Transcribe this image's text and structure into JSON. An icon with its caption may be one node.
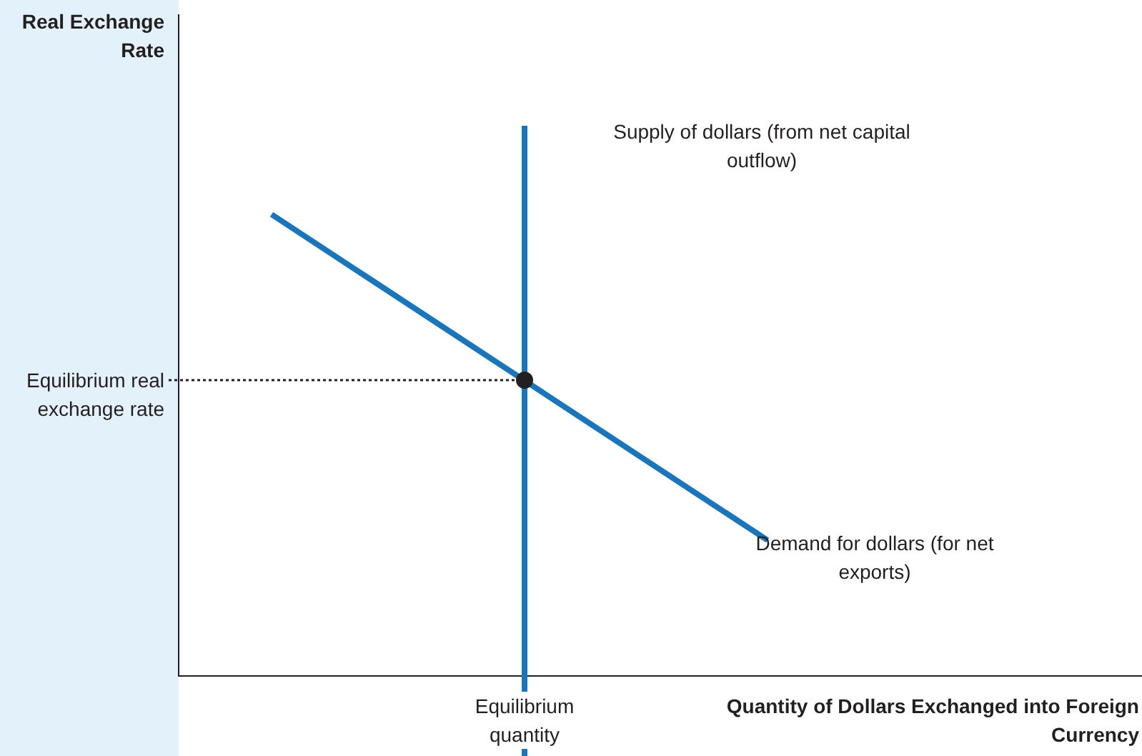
{
  "diagram": {
    "labels": [
      "Real Exchange Rate",
      "Supply of dollars (from net capital outflow)",
      "Equilibrium real exchange rate",
      "Demand for dollars (for net exports)",
      "Equilibrium quantity",
      "Quantity of Dollars Exchanged into Foreign Currency"
    ]
  }
}
